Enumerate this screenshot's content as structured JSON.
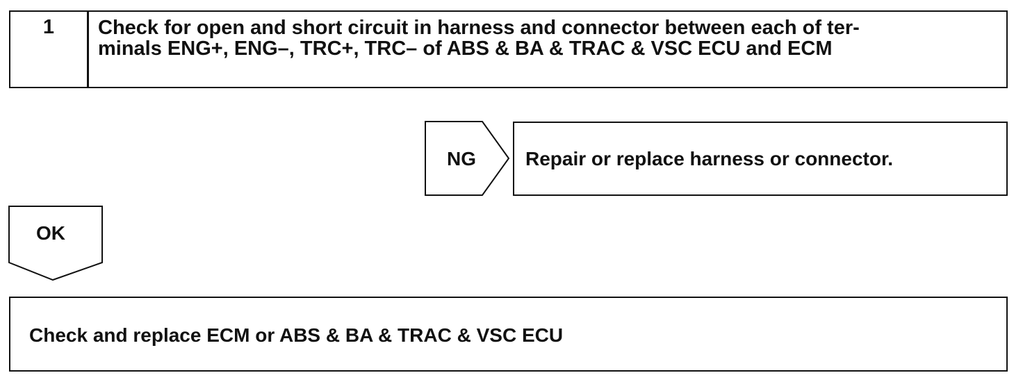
{
  "step": {
    "number": "1",
    "text": "Check for open and short circuit in harness and connector between each of ter-minals ENG+, ENG–, TRC+, TRC– of ABS & BA & TRAC & VSC ECU and ECM",
    "text_line1": "Check for open and short circuit in harness and connector between each of ter-",
    "text_line2": "minals ENG+, ENG–, TRC+, TRC– of ABS & BA & TRAC & VSC ECU and ECM"
  },
  "ng_branch": {
    "label": "NG",
    "result": "Repair or replace harness or connector."
  },
  "ok_branch": {
    "label": "OK"
  },
  "final_step": {
    "text": "Check and replace ECM or ABS & BA & TRAC & VSC ECU"
  },
  "colors": {
    "stroke": "#111111",
    "background": "#ffffff"
  }
}
